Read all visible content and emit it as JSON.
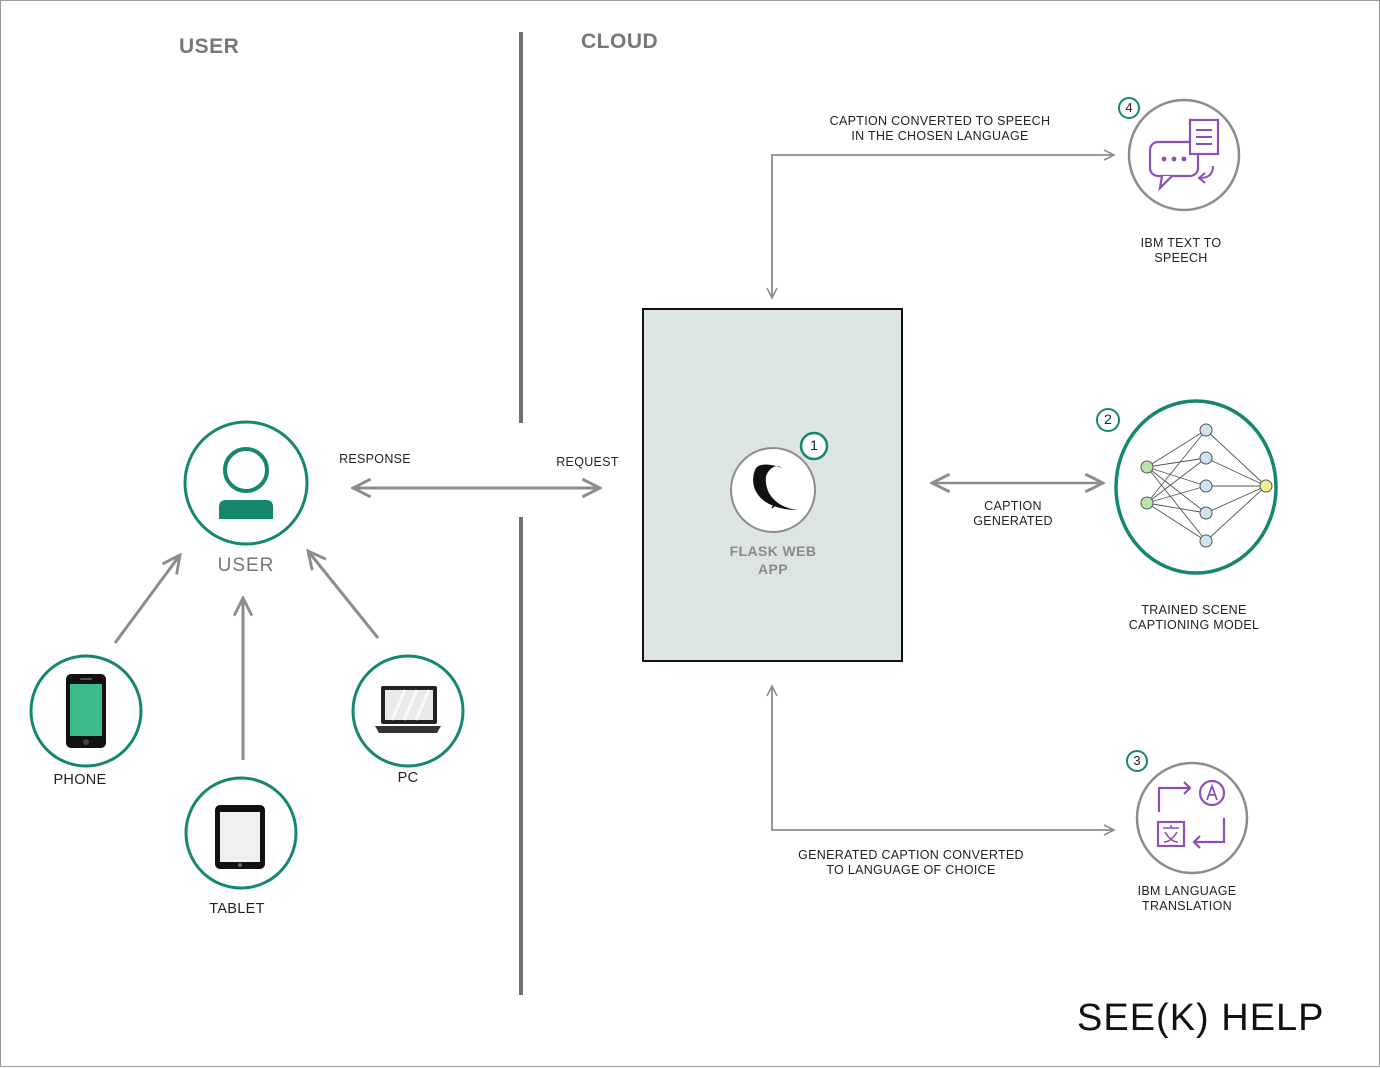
{
  "sections": {
    "user": "USER",
    "cloud": "CLOUD"
  },
  "user_node": {
    "label": "USER"
  },
  "devices": {
    "phone": "PHONE",
    "tablet": "TABLET",
    "pc": "PC"
  },
  "arrows": {
    "response": "RESPONSE",
    "request": "REQUEST"
  },
  "flask": {
    "line1": "FLASK WEB",
    "line2": "APP",
    "badge": "1"
  },
  "services": {
    "model": {
      "badge": "2",
      "line1": "TRAINED SCENE",
      "line2": "CAPTIONING MODEL"
    },
    "translation": {
      "badge": "3",
      "line1": "IBM LANGUAGE",
      "line2": "TRANSLATION"
    },
    "tts": {
      "badge": "4",
      "line1": "IBM TEXT TO",
      "line2": "SPEECH"
    }
  },
  "flows": {
    "speech": {
      "line1": "CAPTION CONVERTED TO SPEECH",
      "line2": "IN THE CHOSEN LANGUAGE"
    },
    "caption": {
      "line1": "CAPTION",
      "line2": "GENERATED"
    },
    "translation": {
      "line1": "GENERATED CAPTION CONVERTED",
      "line2": "TO LANGUAGE OF CHOICE"
    }
  },
  "brand": "SEE(K) HELP",
  "colors": {
    "accent_teal": "#16876f",
    "phone_screen": "#3dbb8b",
    "purple_icon": "#8b4fb8",
    "flask_box": "#dde5e3",
    "arrow_gray": "#8c8c8c"
  },
  "icons": [
    "user-icon",
    "phone-icon",
    "tablet-icon",
    "laptop-icon",
    "flask-icon",
    "neural-network-icon",
    "translation-icon",
    "text-to-speech-icon"
  ]
}
